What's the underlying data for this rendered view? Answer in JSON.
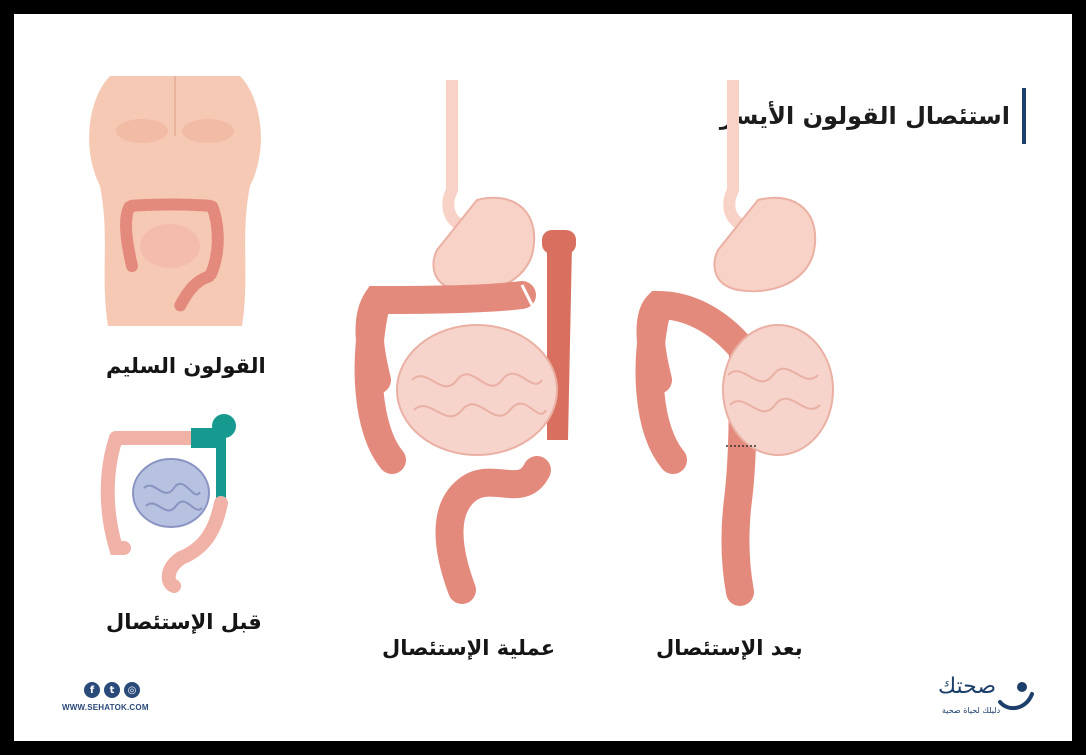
{
  "header": {
    "title": "استئصال القولون الأيسر"
  },
  "panels": {
    "healthy_label": "القولون السليم",
    "before_label": "قبل الإستئصال",
    "operation_label": "عملية الإستئصال",
    "after_label": "بعد الإستئصال"
  },
  "footer": {
    "website": "WWW.SEHATOK.COM",
    "brand_name": "صحتك",
    "brand_tagline": "دليلك لحياة صحية",
    "social_icons": [
      "facebook-icon",
      "twitter-icon",
      "instagram-icon"
    ]
  },
  "colors": {
    "colon": "#e48a7d",
    "colon_dark": "#d9705f",
    "intestine": "#f6d4cc",
    "stomach": "#f8d2c6",
    "highlight": "#169a8f",
    "brand": "#1d3f6b"
  }
}
